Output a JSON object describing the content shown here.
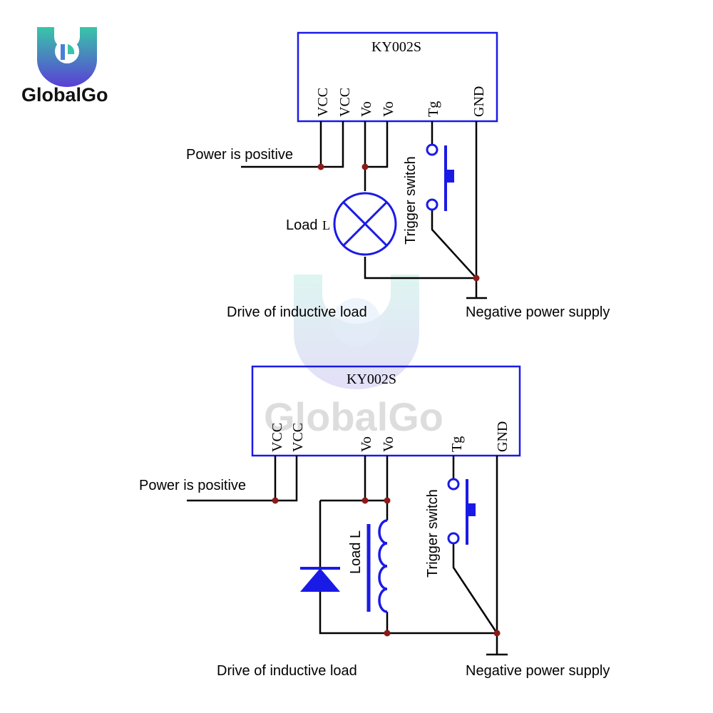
{
  "logo": {
    "text": "GlobalGo"
  },
  "watermark": {
    "text": "GlobalGo"
  },
  "colors": {
    "component": "#1a1ae6",
    "junction": "#8b1a1a",
    "wire": "#000000",
    "logo_gradient_top": "#38c6a8",
    "logo_gradient_bottom": "#5a3fd6"
  },
  "circuits": [
    {
      "module_name": "KY002S",
      "pins": [
        "VCC",
        "VCC",
        "Vo",
        "Vo",
        "Tg",
        "GND"
      ],
      "power_label": "Power is positive",
      "load_label": "Load",
      "load_suffix": "L",
      "switch_label": "Trigger switch",
      "caption_left": "Drive of inductive load",
      "caption_right": "Negative power supply"
    },
    {
      "module_name": "KY002S",
      "pins": [
        "VCC",
        "VCC",
        "Vo",
        "Vo",
        "Tg",
        "GND"
      ],
      "power_label": "Power is positive",
      "load_label": "Load L",
      "switch_label": "Trigger switch",
      "caption_left": "Drive of inductive load",
      "caption_right": "Negative power supply"
    }
  ]
}
